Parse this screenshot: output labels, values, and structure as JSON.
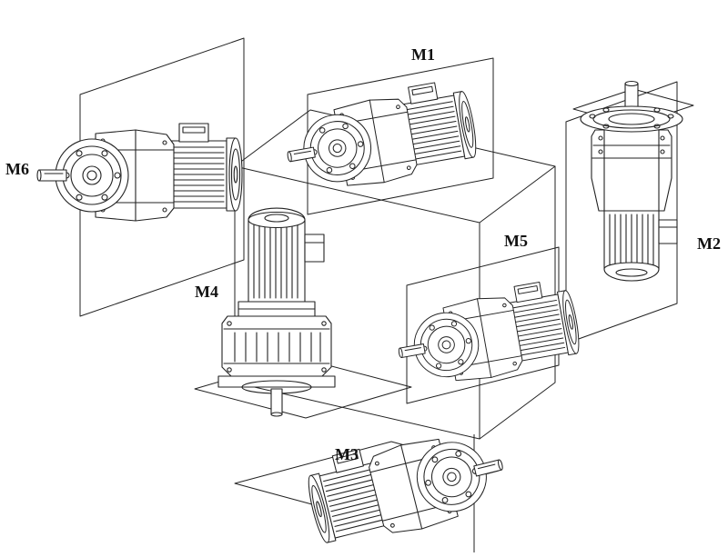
{
  "page": {
    "background": "#ffffff",
    "line_color": "#222222",
    "label_color": "#111111"
  },
  "labels": {
    "m1": "M1",
    "m2": "M2",
    "m3": "M3",
    "m4": "M4",
    "m5": "M5",
    "m6": "M6"
  }
}
